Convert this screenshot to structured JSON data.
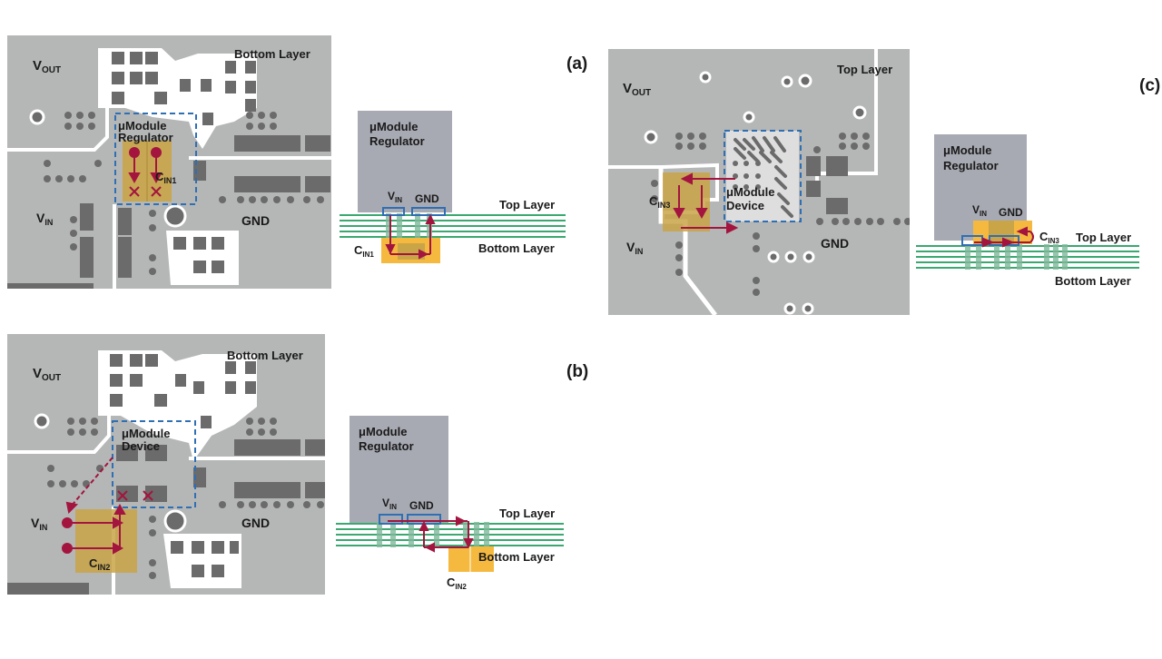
{
  "panels": [
    {
      "id": "a",
      "label": "(a)",
      "pcb": {
        "layer_label": "Bottom Layer",
        "vout": {
          "main": "V",
          "sub": "OUT"
        },
        "vin": {
          "main": "V",
          "sub": "IN"
        },
        "gnd": "GND",
        "device_label_line1": "μModule",
        "device_label_line2": "Regulator",
        "cap": {
          "main": "C",
          "sub": "IN1"
        }
      },
      "cross_section": {
        "package_line1": "μModule",
        "package_line2": "Regulator",
        "vin": {
          "main": "V",
          "sub": "IN"
        },
        "gnd": "GND",
        "top_layer": "Top Layer",
        "bottom_layer": "Bottom Layer",
        "cap": {
          "main": "C",
          "sub": "IN1"
        }
      }
    },
    {
      "id": "b",
      "label": "(b)",
      "pcb": {
        "layer_label": "Bottom Layer",
        "vout": {
          "main": "V",
          "sub": "OUT"
        },
        "vin": {
          "main": "V",
          "sub": "IN"
        },
        "gnd": "GND",
        "device_label_line1": "μModule",
        "device_label_line2": "Device",
        "cap": {
          "main": "C",
          "sub": "IN2"
        }
      },
      "cross_section": {
        "package_line1": "μModule",
        "package_line2": "Regulator",
        "vin": {
          "main": "V",
          "sub": "IN"
        },
        "gnd": "GND",
        "top_layer": "Top Layer",
        "bottom_layer": "Bottom Layer",
        "cap": {
          "main": "C",
          "sub": "IN2"
        }
      }
    },
    {
      "id": "c",
      "label": "(c)",
      "pcb": {
        "layer_label": "Top Layer",
        "vout": {
          "main": "V",
          "sub": "OUT"
        },
        "vin": {
          "main": "V",
          "sub": "IN"
        },
        "gnd": "GND",
        "device_label_line1": "μModule",
        "device_label_line2": "Device",
        "cap": {
          "main": "C",
          "sub": "IN3"
        }
      },
      "cross_section": {
        "package_line1": "μModule",
        "package_line2": "Regulator",
        "vin": {
          "main": "V",
          "sub": "IN"
        },
        "gnd": "GND",
        "top_layer": "Top Layer",
        "bottom_layer": "Bottom Layer",
        "cap": {
          "main": "C",
          "sub": "IN3"
        }
      }
    }
  ],
  "colors": {
    "pcb_copper": "#b5b6b6",
    "pcb_pad": "#6b6b6b",
    "trace_gap": "#ffffff",
    "capacitor_gold": "#c9a548",
    "capacitor_orange": "#f5b93f",
    "current_arrow": "#a3153f",
    "dashed_outline": "#2f6fb3",
    "layer_green": "#3aa870",
    "package_gray": "#a8aab3"
  }
}
